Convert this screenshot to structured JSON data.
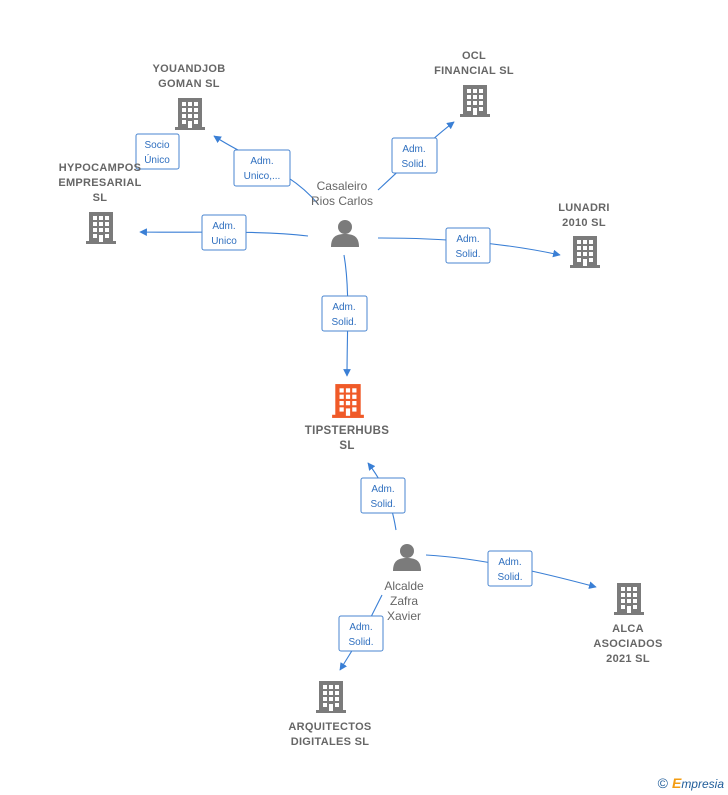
{
  "colors": {
    "company": "#7b7b7b",
    "main_company": "#f05a28",
    "person": "#7b7b7b",
    "edge": "#3a7fd5"
  },
  "nodes": [
    {
      "id": "youandjob",
      "kind": "company",
      "lines": [
        "YOUANDJOB",
        "GOMAN  SL"
      ]
    },
    {
      "id": "ocl",
      "kind": "company",
      "lines": [
        "OCL",
        "FINANCIAL  SL"
      ]
    },
    {
      "id": "hypocampos",
      "kind": "company",
      "lines": [
        "HYPOCAMPOS",
        "EMPRESARIAL",
        "SL"
      ]
    },
    {
      "id": "lunadri",
      "kind": "company",
      "lines": [
        "LUNADRI",
        "2010 SL"
      ]
    },
    {
      "id": "tipsterhubs",
      "kind": "main",
      "lines": [
        "TIPSTERHUBS",
        "SL"
      ]
    },
    {
      "id": "alca",
      "kind": "company",
      "lines": [
        "ALCA",
        "ASOCIADOS",
        "2021  SL"
      ]
    },
    {
      "id": "arquitectos",
      "kind": "company",
      "lines": [
        "ARQUITECTOS",
        "DIGITALES  SL"
      ]
    },
    {
      "id": "casaleiro",
      "kind": "person",
      "lines": [
        "Casaleiro",
        "Rios Carlos"
      ]
    },
    {
      "id": "alcalde",
      "kind": "person",
      "lines": [
        "Alcalde",
        "Zafra",
        "Xavier"
      ]
    }
  ],
  "edges": [
    {
      "id": "e1",
      "lines": [
        "Adm.",
        "Unico,..."
      ]
    },
    {
      "id": "e2",
      "lines": [
        "Socio",
        "Único"
      ]
    },
    {
      "id": "e3",
      "lines": [
        "Adm.",
        "Solid."
      ]
    },
    {
      "id": "e4",
      "lines": [
        "Adm.",
        "Unico"
      ]
    },
    {
      "id": "e5",
      "lines": [
        "Adm.",
        "Solid."
      ]
    },
    {
      "id": "e6",
      "lines": [
        "Adm.",
        "Solid."
      ]
    },
    {
      "id": "e7",
      "lines": [
        "Adm.",
        "Solid."
      ]
    },
    {
      "id": "e8",
      "lines": [
        "Adm.",
        "Solid."
      ]
    },
    {
      "id": "e9",
      "lines": [
        "Adm.",
        "Solid."
      ]
    }
  ],
  "footer": {
    "copyright": "©",
    "brand_initial": "E",
    "brand_rest": "mpresia"
  }
}
